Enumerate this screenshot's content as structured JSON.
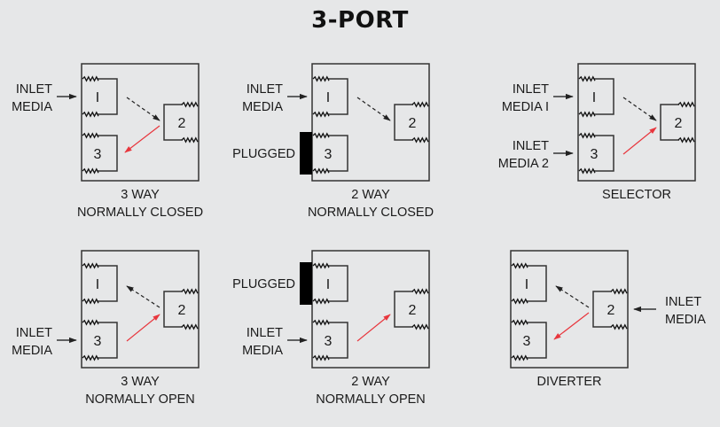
{
  "title": "3-PORT",
  "colors": {
    "background": "#e6e7e8",
    "line": "#333333",
    "flow_primary": "#222222",
    "flow_secondary": "#e8363d",
    "plug": "#000000"
  },
  "port_labels": {
    "p1": "I",
    "p2": "2",
    "p3": "3"
  },
  "panels": [
    {
      "id": "3-way-nc",
      "caption": [
        "3 WAY",
        "NORMALLY CLOSED"
      ],
      "inlets": [
        {
          "port": "1",
          "side": "left",
          "lines": [
            "INLET",
            "MEDIA"
          ]
        }
      ],
      "plugged": null,
      "flows": [
        {
          "from": "1",
          "to": "2",
          "style": "dashed-black"
        },
        {
          "from": "2",
          "to": "3",
          "style": "solid-red"
        }
      ]
    },
    {
      "id": "2-way-nc",
      "caption": [
        "2 WAY",
        "NORMALLY CLOSED"
      ],
      "inlets": [
        {
          "port": "1",
          "side": "left",
          "lines": [
            "INLET",
            "MEDIA"
          ]
        }
      ],
      "plugged": {
        "port": "3",
        "label": "PLUGGED"
      },
      "flows": [
        {
          "from": "1",
          "to": "2",
          "style": "dashed-black"
        }
      ]
    },
    {
      "id": "selector",
      "caption": [
        "SELECTOR"
      ],
      "inlets": [
        {
          "port": "1",
          "side": "left",
          "lines": [
            "INLET",
            "MEDIA I"
          ]
        },
        {
          "port": "3",
          "side": "left",
          "lines": [
            "INLET",
            "MEDIA 2"
          ]
        }
      ],
      "plugged": null,
      "flows": [
        {
          "from": "1",
          "to": "2",
          "style": "dashed-black"
        },
        {
          "from": "3",
          "to": "2",
          "style": "solid-red"
        }
      ]
    },
    {
      "id": "3-way-no",
      "caption": [
        "3 WAY",
        "NORMALLY OPEN"
      ],
      "inlets": [
        {
          "port": "3",
          "side": "left",
          "lines": [
            "INLET",
            "MEDIA"
          ]
        }
      ],
      "plugged": null,
      "flows": [
        {
          "from": "2",
          "to": "1",
          "style": "dashed-black"
        },
        {
          "from": "3",
          "to": "2",
          "style": "solid-red"
        }
      ]
    },
    {
      "id": "2-way-no",
      "caption": [
        "2 WAY",
        "NORMALLY OPEN"
      ],
      "inlets": [
        {
          "port": "3",
          "side": "left",
          "lines": [
            "INLET",
            "MEDIA"
          ]
        }
      ],
      "plugged": {
        "port": "1",
        "label": "PLUGGED"
      },
      "flows": [
        {
          "from": "3",
          "to": "2",
          "style": "solid-red"
        }
      ]
    },
    {
      "id": "diverter",
      "caption": [
        "DIVERTER"
      ],
      "inlets": [
        {
          "port": "2",
          "side": "right",
          "lines": [
            "INLET",
            "MEDIA"
          ]
        }
      ],
      "plugged": null,
      "flows": [
        {
          "from": "2",
          "to": "1",
          "style": "dashed-black"
        },
        {
          "from": "2",
          "to": "3",
          "style": "solid-red"
        }
      ]
    }
  ]
}
